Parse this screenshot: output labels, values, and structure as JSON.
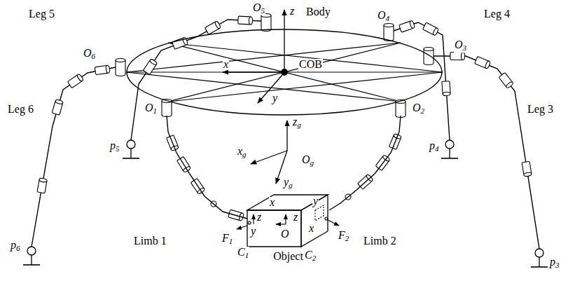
{
  "diagram": {
    "nodes": [
      {
        "text": [
          "Body"
        ]
      },
      {
        "text": [
          "Object"
        ]
      }
    ],
    "edges": [
      {
        "from": 0,
        "to": 1,
        "arrow": "none"
      },
      {
        "from": 0,
        "to": 1,
        "arrow": "none"
      }
    ],
    "labels": [
      "Leg 5",
      "O5",
      "O4",
      "Leg 4",
      "O6",
      "x",
      "COB",
      "O3",
      "Leg 6",
      "p5",
      "O1",
      "y",
      "O2",
      "p4",
      "Leg 3",
      "z",
      "zg",
      "xg",
      "Og",
      "yg",
      "p6",
      "p3",
      "Limb 1",
      "Limb 2",
      "x",
      "y",
      "z",
      "z",
      "F1",
      "y",
      "O",
      "x",
      "F2",
      "C1",
      "C2"
    ]
  }
}
